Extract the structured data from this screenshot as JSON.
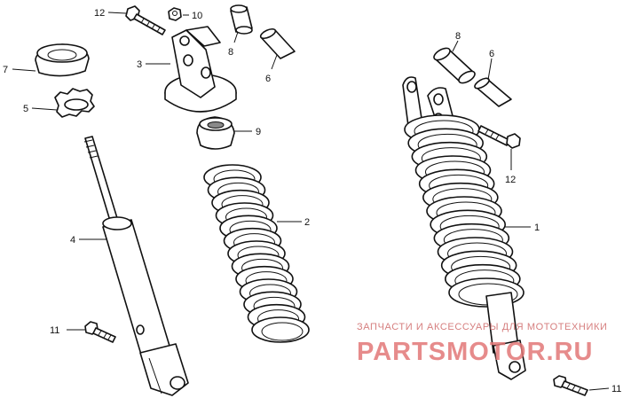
{
  "callouts": [
    "1",
    "2",
    "3",
    "4",
    "5",
    "6",
    "7",
    "8",
    "9",
    "10",
    "11",
    "12"
  ],
  "watermark": {
    "tagline": "ЗАПЧАСТИ И АКСЕССУАРЫ ДЛЯ МОТОТЕХНИКИ",
    "brand": "PARTSMOTOR.RU"
  },
  "colors": {
    "ink": "#111111",
    "watermark": "#e27777",
    "background": "#ffffff"
  }
}
